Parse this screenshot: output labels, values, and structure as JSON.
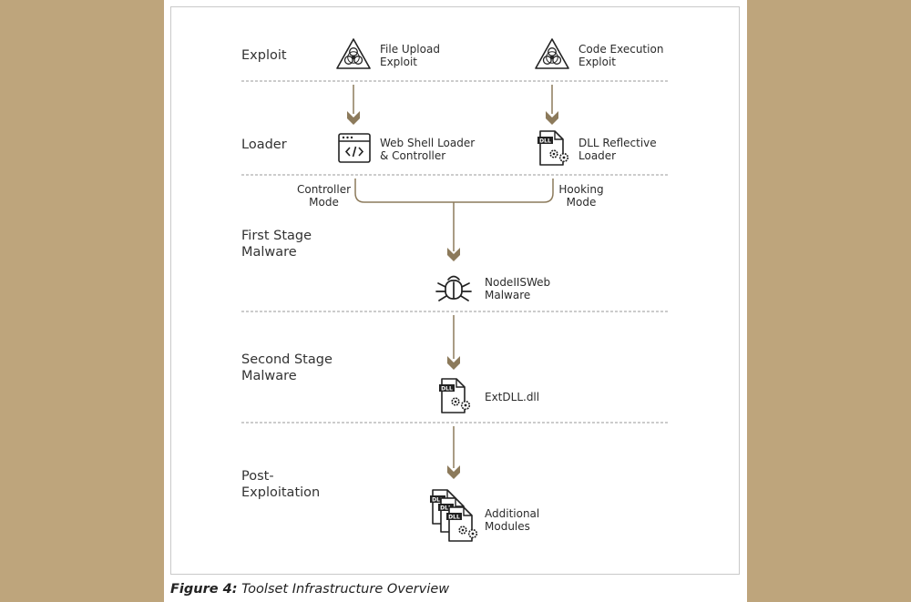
{
  "stages": [
    {
      "label": "Exploit"
    },
    {
      "label": "Loader"
    },
    {
      "label": "First Stage\nMalware"
    },
    {
      "label": "Second Stage\nMalware"
    },
    {
      "label": "Post-\nExploitation"
    }
  ],
  "nodes": {
    "file_upload": "File Upload\nExploit",
    "code_execution": "Code Execution\nExploit",
    "web_shell": "Web Shell Loader\n& Controller",
    "dll_reflective": "DLL Reflective\nLoader",
    "nodeiisweb": "NodeIISWeb\nMalware",
    "extdll": "ExtDLL.dll",
    "additional_modules": "Additional\nModules"
  },
  "modes": {
    "controller": "Controller\nMode",
    "hooking": "Hooking\nMode"
  },
  "icons": {
    "exploit": "biohazard-warning-icon",
    "web_shell": "browser-code-icon",
    "dll_file": "dll-file-gear-icon",
    "bug": "bug-icon",
    "dll_stack": "dll-stack-icon"
  },
  "colors": {
    "background": "#bea57c",
    "accent": "#8c7a5b",
    "text": "#2b2b2b"
  },
  "caption": {
    "bold": "Figure 4:",
    "text": " Toolset Infrastructure Overview"
  }
}
